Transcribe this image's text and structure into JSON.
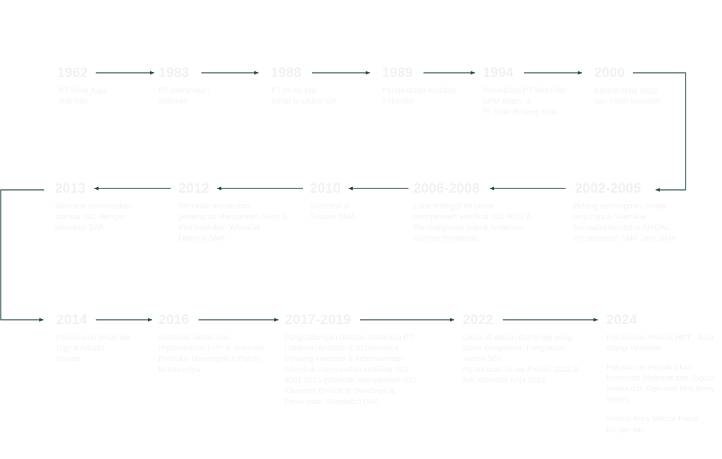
{
  "colors": {
    "connector": "#1e4d35",
    "text": "#f1f1f1",
    "background": "#ffffff"
  },
  "rows": [
    [
      {
        "year": "1962",
        "lines": [
          "PT Sinar Kaja",
          "didirikan"
        ]
      },
      {
        "year": "1983",
        "lines": [
          "PT pewarnaan",
          "didirikan"
        ]
      },
      {
        "year": "1988",
        "lines": [
          "PT mulai luar",
          "pasar produksi SM"
        ]
      },
      {
        "year": "1989",
        "lines": [
          "Pengelolaan Andalan",
          "Sejumlah"
        ]
      },
      {
        "year": "1994",
        "lines": [
          "Penerbitan PT Wismilak",
          "SPM Adam, &",
          "Pt Sinar Bintang Baja"
        ]
      },
      {
        "year": "2000",
        "lines": [
          "Sistem kerja tinggi",
          "dan mulai ekspansi"
        ]
      }
    ],
    [
      {
        "year": "2002-2005",
        "lines": [
          "Bidang ketenagaan, tindak",
          "lanjutnya & Wismilak",
          "berusaha berstatus AMDAL",
          "Pelaksanaan SMK Jaya SMA"
        ]
      },
      {
        "year": "2006-2008",
        "lines": [
          "Laba tertinggi Wismilak",
          "memperoleh sertifikat ISO 9001 &",
          "Pembangunan pabrik Anderson",
          "Sumbar tembakau"
        ]
      },
      {
        "year": "2010",
        "lines": [
          "Wismilak di",
          "Stasiun SMA"
        ]
      },
      {
        "year": "2012",
        "lines": [
          "Wismilak melakukan",
          "penerapan Manajemen Gaya &",
          "Pembentukan Wismilak",
          "Dharma SMK"
        ]
      },
      {
        "year": "2013",
        "lines": [
          "Wismilak menerapkan",
          "standar ISO dengan",
          "teknologi SAP"
        ]
      }
    ],
    [
      {
        "year": "2014",
        "lines": [
          "Peluncuran Wismilak",
          "Digital Adaptif",
          "Wisma"
        ]
      },
      {
        "year": "2016",
        "lines": [
          "Wismilak melakukan",
          "implementasi ERP & Wismilak",
          "Produksi Menengah & Pabrik",
          "terbesarnya"
        ]
      },
      {
        "year": "2017-2019",
        "lines": [
          "Penggabungan dengan beberapa PT.",
          "Galaman Andalan & sebelumnya",
          "Peluang investasi & kebersamaan",
          "Wismilak memperoleh sertifikat ISO",
          "9001:2015 Wismilak memperoleh ISO",
          "Kawasan Berikat di Surabaya &",
          "Penerapan Stopwatch (VA)"
        ]
      },
      {
        "year": "2022",
        "lines": [
          "Dasar di depan dan tinggi yang",
          "sama kompetensi Pengakuan",
          "sistem SOI",
          "Peluncuran Dinas Protect 2022 &",
          "Arti Wismilak Anja 2022"
        ]
      },
      {
        "year": "2024",
        "blocks": [
          [
            "Peluncuran Produk HPT : Baja",
            "Wangi Wismilak"
          ],
          [
            "Peluncuran Pesaik SKM",
            "terhormat Diplomat dan Jaguar",
            "Series dan Diplomat Mild Berry",
            "Series"
          ],
          [
            "Semua Area Sekitar Pasar",
            "komponen"
          ]
        ]
      }
    ]
  ]
}
